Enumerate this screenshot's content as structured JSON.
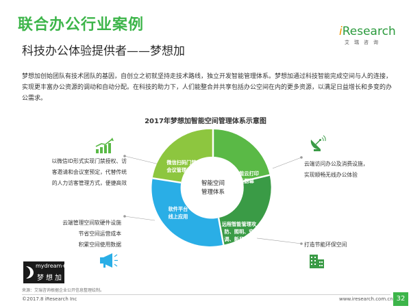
{
  "header": {
    "title": "联合办公行业案例",
    "subtitle": "科技办公体验提供者——梦想加"
  },
  "logo": {
    "word_prefix": "i",
    "word_rest": "Research",
    "cn": "艾瑞咨询"
  },
  "intro": "梦想加创始团队有技术团队的基因，自创立之初就坚持走技术路线，独立开发智能管理体系。梦想加通过科技智能完成空间与人的连接，实现更丰富办公资源的调动和自动分配。在科技的助力下，人们能整合并共享包括办公空间在内的更多资源，以满足日益增长和多变的办公需求。",
  "diagram": {
    "title": "2017年梦想加智能空间管理体系示意图",
    "center": [
      "智能空间",
      "管理体系"
    ],
    "segments": [
      {
        "lines": [
          "微信扫码门禁",
          "会议管理系统"
        ],
        "color": "#8dc63f"
      },
      {
        "lines": [
          "智能云打印",
          "云厨幕"
        ],
        "color": "#5ab946"
      },
      {
        "lines": [
          "远程智能管理攻",
          "防、照明、空",
          "调、新风系统"
        ],
        "color": "#3a9b46"
      },
      {
        "lines": [
          "软件平台",
          "线上应用"
        ],
        "color": "#2aaee6"
      }
    ],
    "annotations": {
      "top_left": [
        "以微信ID形式实现门禁授权、访",
        "客邀请和会议室预定，代替传统",
        "的人力访客管理方式，便捷高效"
      ],
      "bottom_left": [
        "云端管理空间软硬件设施",
        "节省空间运营成本",
        "积累空间使用数据"
      ],
      "top_right": [
        "云端访问办公及消费设施，",
        "实现顺畅无线办公体验"
      ],
      "bottom_right": [
        "打造节能环保空间"
      ]
    },
    "icons": [
      "growth-chart-icon",
      "satellite-dish-icon",
      "megaphone-icon",
      "building-icon"
    ],
    "colors": {
      "light_green": "#8dc63f",
      "green": "#5ab946",
      "dark_green": "#3a9b46",
      "blue": "#2aaee6"
    }
  },
  "brand": {
    "en": "mydream+",
    "cn": "梦想加"
  },
  "footer": {
    "source": "来源：艾瑞咨询根据企业公开信息整理绘制。",
    "copyright": "©2017.8 iResearch Inc",
    "site": "www.iresearch.com.cn",
    "page": "32"
  }
}
